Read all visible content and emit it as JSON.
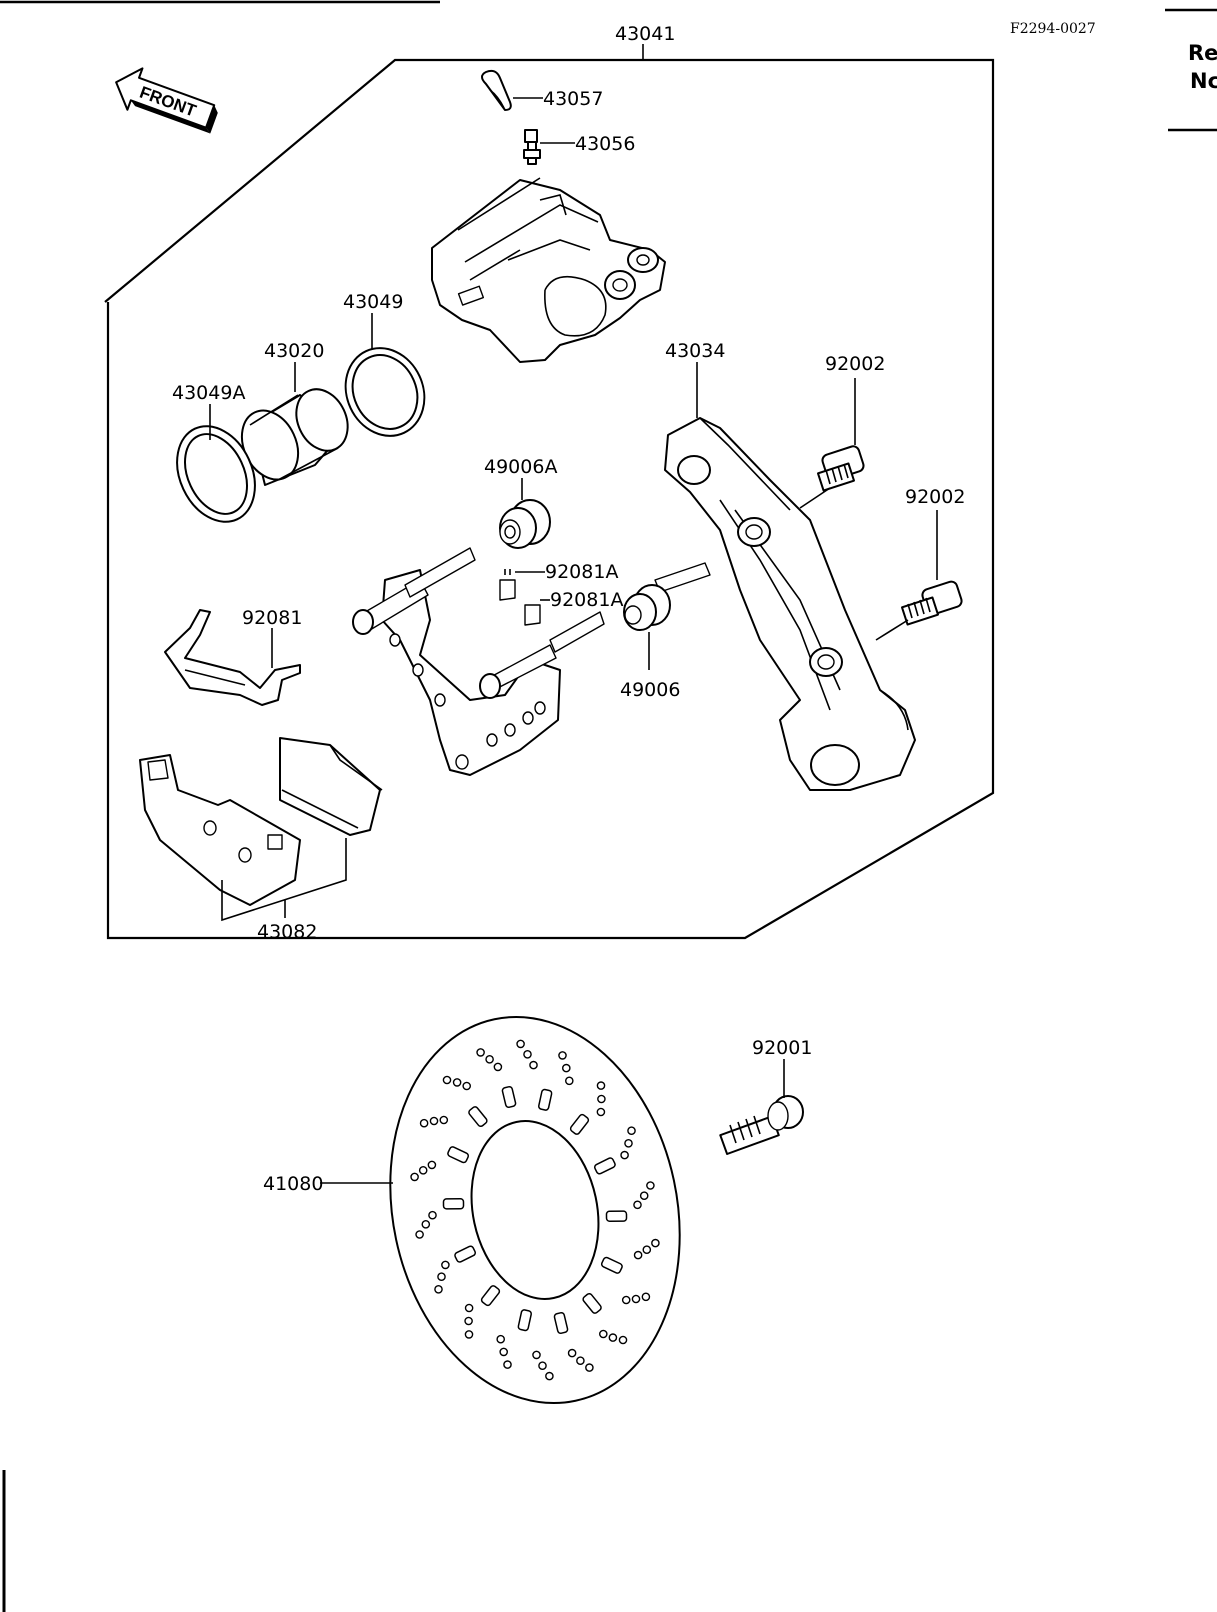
{
  "sheet_code": "F2294-0027",
  "side_text": {
    "line1": "Re",
    "line2": "Nc"
  },
  "front_arrow": {
    "label": "FRONT"
  },
  "callouts": {
    "caliper_assembly": "43041",
    "bleeder_cap": "43057",
    "bleeder_valve": "43056",
    "piston_seal": "43049",
    "piston": "43020",
    "dust_seal": "43049A",
    "caliper_bracket": "43034",
    "bolt_upper": "92002",
    "bolt_lower": "92002",
    "boot_upper": "49006A",
    "spring_upper": "92081A",
    "spring_lower": "92081A",
    "boot_lower": "49006",
    "pad_spring": "92081",
    "brake_pads": "43082",
    "brake_disc": "41080",
    "disc_bolt": "92001"
  }
}
